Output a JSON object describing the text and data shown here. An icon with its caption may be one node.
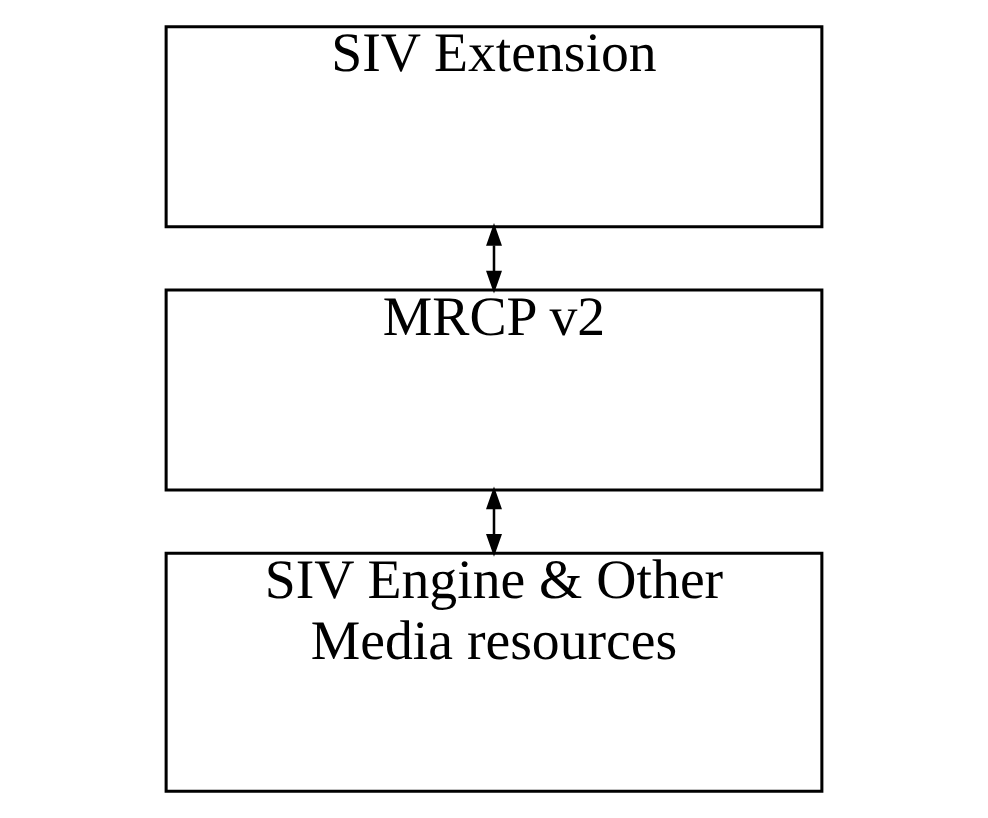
{
  "diagram": {
    "nodes": [
      {
        "text": [
          "SIV Extension"
        ]
      },
      {
        "text": [
          "MRCP v2"
        ]
      },
      {
        "text": [
          "SIV Engine & Other Media resources"
        ]
      }
    ],
    "edges": [
      {
        "from": 0,
        "to": 1,
        "arrow": "both"
      },
      {
        "from": 1,
        "to": 2,
        "arrow": "both"
      }
    ]
  }
}
